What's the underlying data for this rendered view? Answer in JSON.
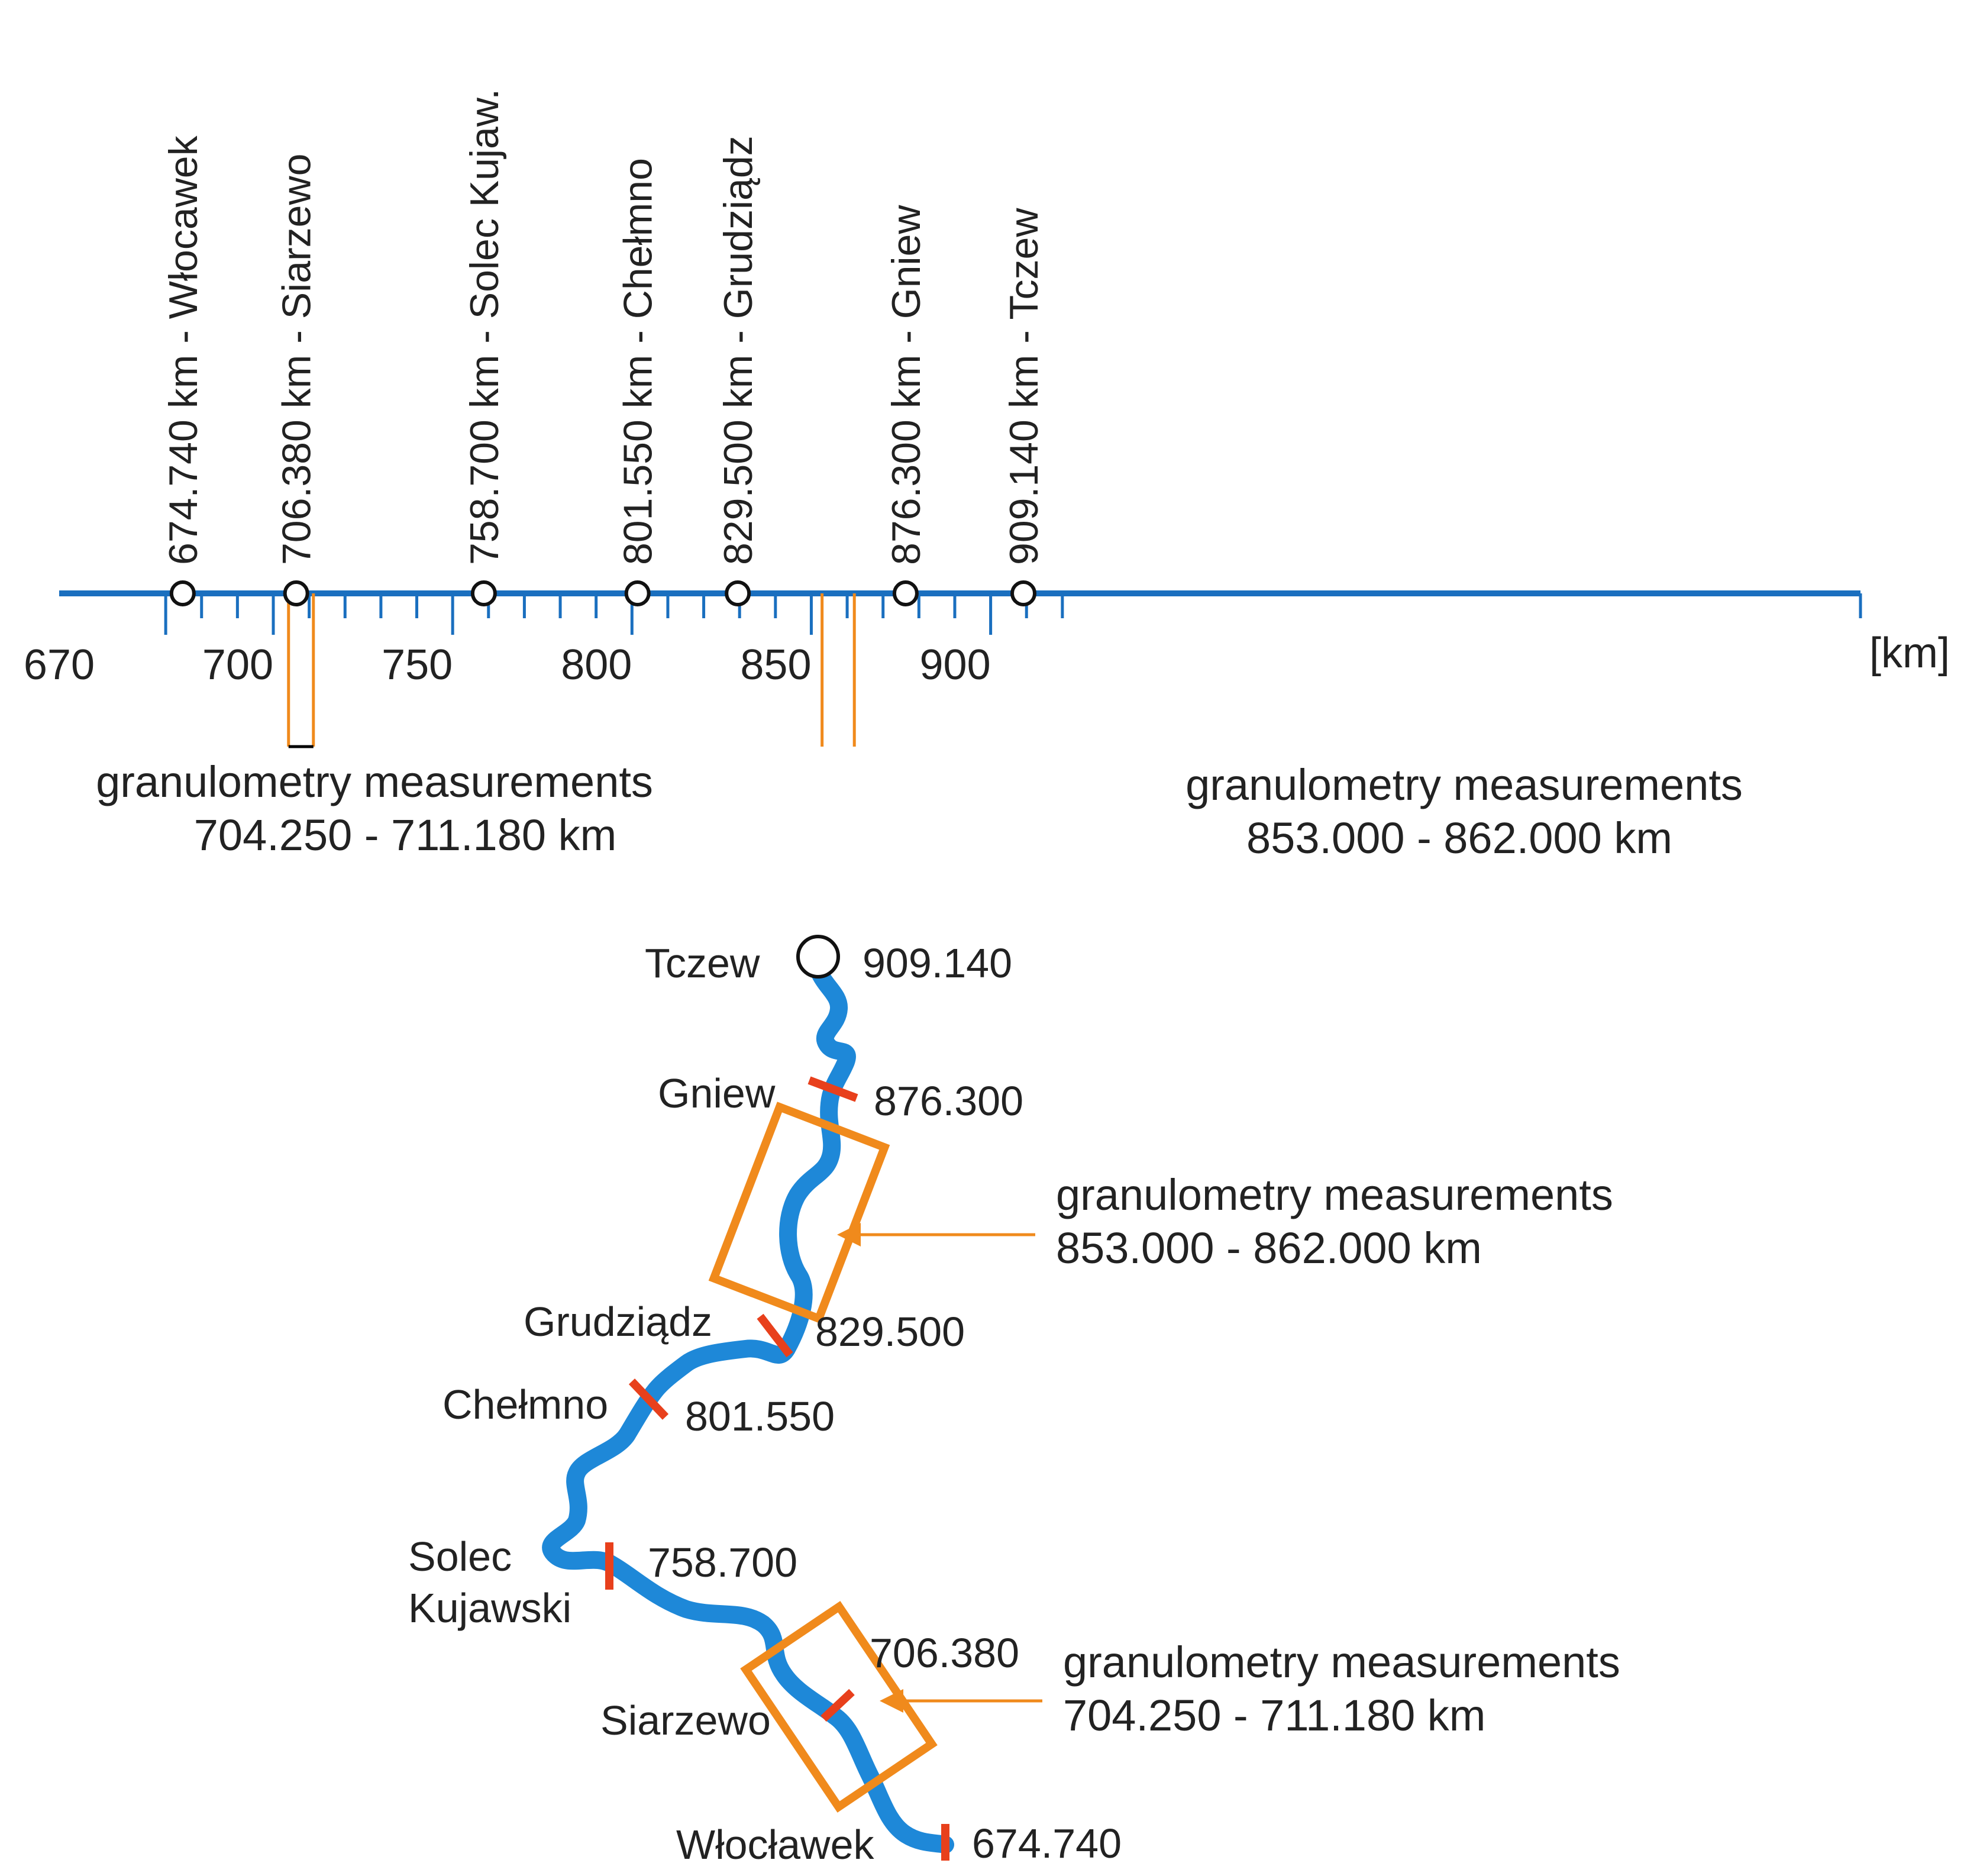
{
  "colors": {
    "river": "#1e88d8",
    "axis": "#1a6fbf",
    "marker": "#e8401c",
    "highlight": "#f08a1c",
    "text": "#222222",
    "bracket": "#000000"
  },
  "axis": {
    "unit": "[km]",
    "range": [
      662,
      926
    ],
    "ticks": [
      670,
      700,
      750,
      800,
      850,
      900
    ],
    "tick_labels": [
      "670",
      "700",
      "750",
      "800",
      "850",
      "900"
    ]
  },
  "stations": [
    {
      "id": "wloclawek",
      "km": 674.74,
      "label": "674.740 km - Włocawek"
    },
    {
      "id": "siarzewo",
      "km": 706.38,
      "label": "706.380 km - Siarzewo"
    },
    {
      "id": "solec",
      "km": 758.7,
      "label": "758.700 km - Solec Kujaw."
    },
    {
      "id": "chelmno",
      "km": 801.55,
      "label": "801.550 km - Chełmno"
    },
    {
      "id": "grudziadz",
      "km": 829.5,
      "label": "829.500 km - Grudziądz"
    },
    {
      "id": "gniew",
      "km": 876.3,
      "label": "876.300 km - Gniew"
    },
    {
      "id": "tczew",
      "km": 909.14,
      "label": "909.140 km - Tczew"
    }
  ],
  "granulometry": [
    {
      "from_km": 704.25,
      "to_km": 711.18,
      "title": "granulometry measurements",
      "range": "704.250 - 711.180 km"
    },
    {
      "from_km": 853.0,
      "to_km": 862.0,
      "title": "granulometry measurements",
      "range": "853.000 - 862.000 km"
    }
  ],
  "map": {
    "stations": [
      {
        "name": "Tczew",
        "km": "909.140"
      },
      {
        "name": "Gniew",
        "km": "876.300"
      },
      {
        "name": "Grudziądz",
        "km": "829.500"
      },
      {
        "name": "Chełmno",
        "km": "801.550"
      },
      {
        "name_lines": [
          "Solec",
          "Kujawski"
        ],
        "km": "758.700"
      },
      {
        "name": "Siarzewo",
        "km": "706.380"
      },
      {
        "name": "Włocławek",
        "km": "674.740"
      }
    ],
    "granulometry": [
      {
        "title": "granulometry measurements",
        "range": "853.000 - 862.000 km"
      },
      {
        "title": "granulometry measurements",
        "range": "704.250 - 711.180 km"
      }
    ]
  }
}
